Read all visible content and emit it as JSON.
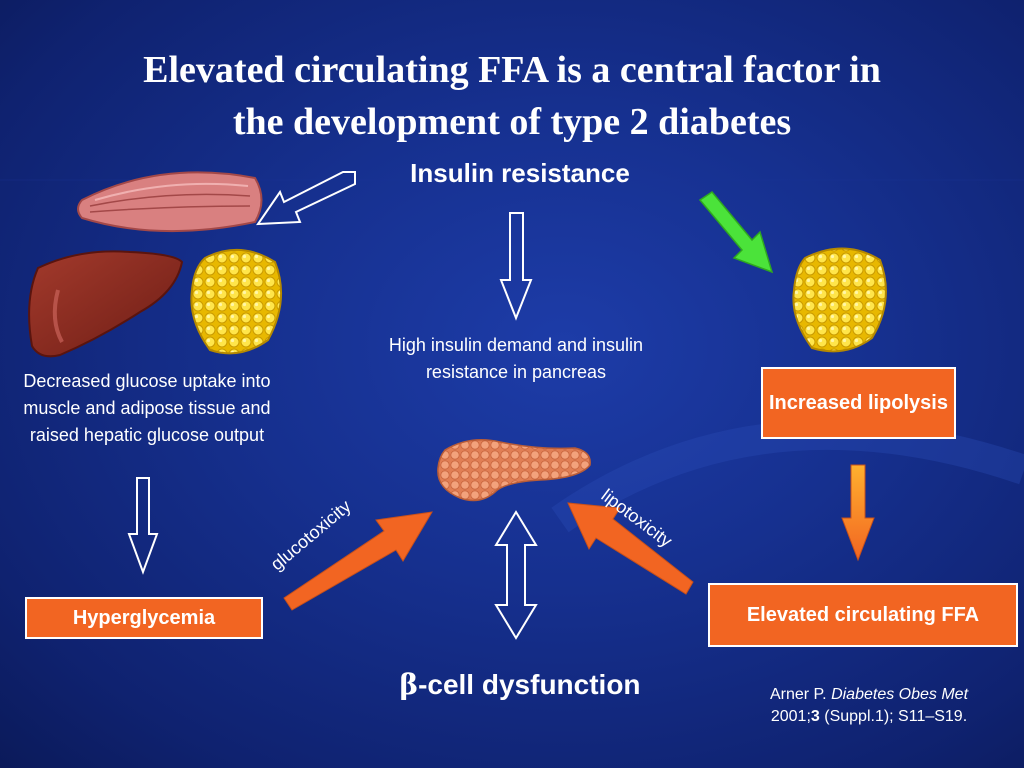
{
  "title": {
    "line1": "Elevated circulating FFA is a central factor in",
    "line2": "the  development of type 2 diabetes"
  },
  "labels": {
    "insulin_resistance": "Insulin resistance",
    "left_text": "Decreased glucose uptake into muscle and adipose tissue and raised hepatic glucose output",
    "center_text": "High insulin demand and insulin resistance in pancreas",
    "increased_lipolysis": "Increased lipolysis",
    "hyperglycemia": "Hyperglycemia",
    "elevated_ffa": "Elevated circulating FFA",
    "glucotoxicity": "glucotoxicity",
    "lipotoxicity": "lipotoxicity",
    "beta_symbol": "β",
    "beta_cell": "-cell dysfunction"
  },
  "citation": {
    "author": "Arner P. ",
    "journal": "Diabetes Obes Met",
    "year": "2001;",
    "volume": "3",
    "pages": " (Suppl.1); S11–S19."
  },
  "colors": {
    "background": "#16308f",
    "orange": "#f26522",
    "green_arrow": "#4be33a",
    "fat_yellow": "#f5d000",
    "liver": "#8b2a1f",
    "muscle": "#d97a7a",
    "pancreas": "#e9926c"
  },
  "icons": [
    "muscle-icon",
    "liver-icon",
    "adipose-icon",
    "pancreas-icon"
  ]
}
